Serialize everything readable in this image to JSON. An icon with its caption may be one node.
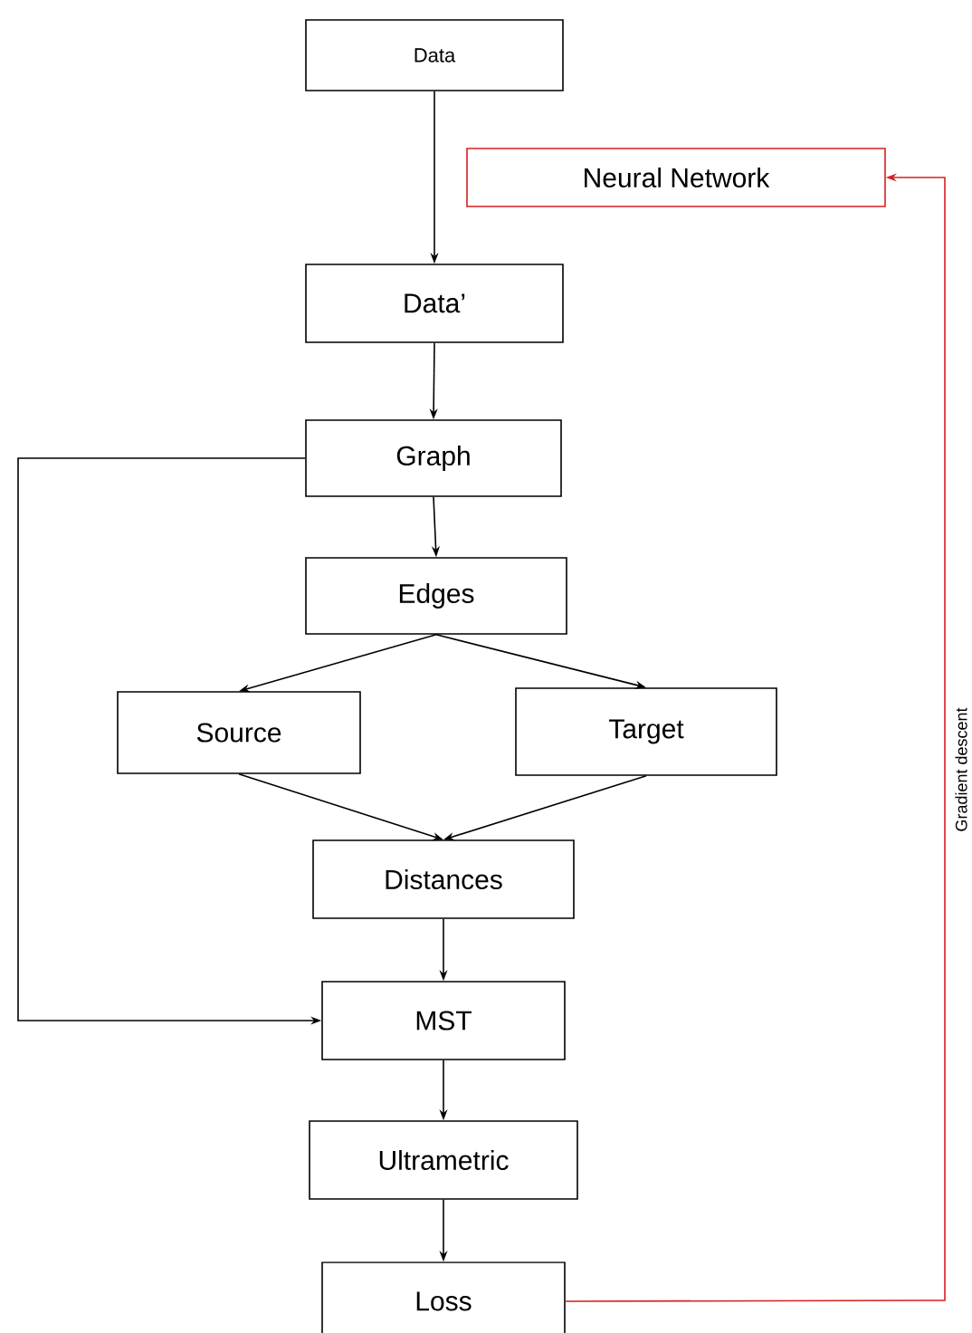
{
  "diagram": {
    "nodes": [
      {
        "text": [
          "Data"
        ]
      },
      {
        "text": [
          "Neural Network"
        ]
      },
      {
        "text": [
          "Data’"
        ]
      },
      {
        "text": [
          "Graph"
        ]
      },
      {
        "text": [
          "Edges"
        ]
      },
      {
        "text": [
          "Source"
        ]
      },
      {
        "text": [
          "Target"
        ]
      },
      {
        "text": [
          "Distances"
        ]
      },
      {
        "text": [
          "MST"
        ]
      },
      {
        "text": [
          "Ultrametric"
        ]
      },
      {
        "text": [
          "Loss"
        ]
      }
    ],
    "edges": [
      {
        "from": 0,
        "to": 2,
        "arrow": "to"
      },
      {
        "from": 2,
        "to": 3,
        "arrow": "to"
      },
      {
        "from": 3,
        "to": 4,
        "arrow": "to"
      },
      {
        "from": 4,
        "to": 5,
        "arrow": "to"
      },
      {
        "from": 4,
        "to": 6,
        "arrow": "to"
      },
      {
        "from": 5,
        "to": 7,
        "arrow": "to"
      },
      {
        "from": 6,
        "to": 7,
        "arrow": "to"
      },
      {
        "from": 7,
        "to": 8,
        "arrow": "to"
      },
      {
        "from": 3,
        "to": 8,
        "arrow": "to"
      },
      {
        "from": 8,
        "to": 9,
        "arrow": "to"
      },
      {
        "from": 9,
        "to": 10,
        "arrow": "to"
      },
      {
        "from": 10,
        "to": 1,
        "arrow": "to",
        "label": "Gradient descent",
        "color": "#d62020"
      }
    ]
  }
}
